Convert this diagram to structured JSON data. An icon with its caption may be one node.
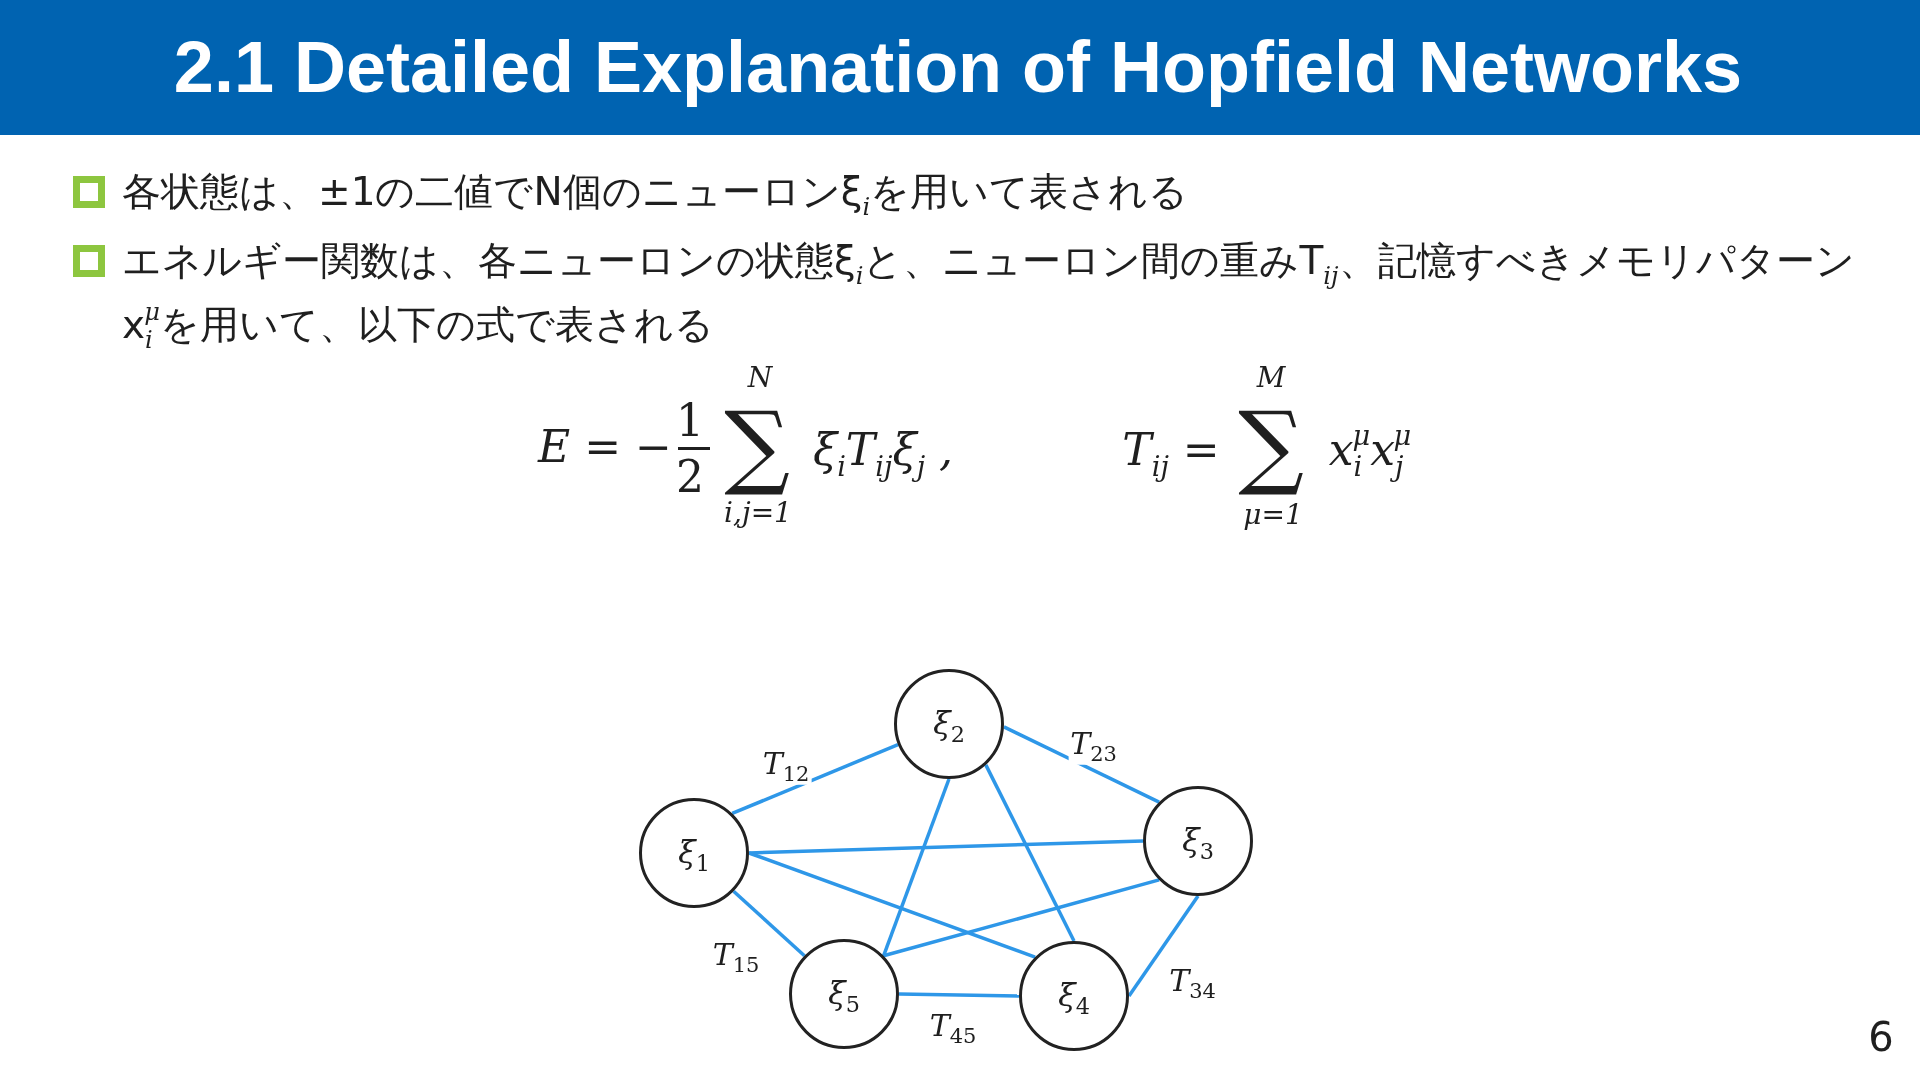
{
  "diagram": {
    "title": "2.1 Detailed Explanation of Hopfield Networks",
    "nodes": [
      {
        "text": [
          "ξ$_{1}$"
        ]
      },
      {
        "text": [
          "ξ$_{2}$"
        ]
      },
      {
        "text": [
          "ξ$_{3}$"
        ]
      },
      {
        "text": [
          "ξ$_{4}$"
        ]
      },
      {
        "text": [
          "ξ$_{5}$"
        ]
      }
    ],
    "edges": [
      {
        "from": 0,
        "to": 1,
        "arrow": "none",
        "label": "T$_{12}$"
      },
      {
        "from": 1,
        "to": 2,
        "arrow": "none",
        "label": "T$_{23}$"
      },
      {
        "from": 0,
        "to": 2,
        "arrow": "none"
      },
      {
        "from": 0,
        "to": 3,
        "arrow": "none"
      },
      {
        "from": 0,
        "to": 4,
        "arrow": "none",
        "label": "T$_{15}$"
      },
      {
        "from": 1,
        "to": 4,
        "arrow": "none"
      },
      {
        "from": 1,
        "to": 3,
        "arrow": "none"
      },
      {
        "from": 2,
        "to": 4,
        "arrow": "none"
      },
      {
        "from": 2,
        "to": 3,
        "arrow": "none",
        "label": "T$_{34}$"
      },
      {
        "from": 4,
        "to": 3,
        "arrow": "none",
        "label": "T$_{45}$"
      }
    ],
    "labels": [
      "各状態は、±1の二値でN個のニューロンξ$_{i}$を用いて表される",
      "エネルギー関数は、各ニューロンの状態ξ$_{i}$と、ニューロン間の重みT$_{ij}$、記憶すべきメモリパターンx$_{i}$$^{μ}$を用いて、以下の式で表される",
      "E = −",
      "1",
      "2",
      "N",
      "∑",
      "i,j=1",
      "ξ$_{i}$T$_{ij}$ξ$_{j}$ ,",
      "T$_{ij}$ =",
      "M",
      "∑",
      "μ=1",
      "x$_{i}$$^{μ}$x$_{j}$$^{μ}$",
      "6"
    ]
  }
}
